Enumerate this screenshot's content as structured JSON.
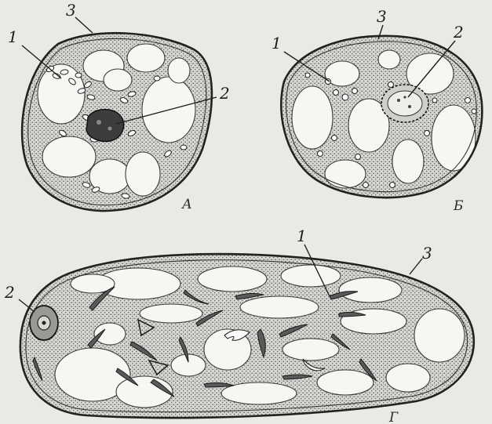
{
  "figure": {
    "panels": [
      {
        "id": "A",
        "letter": "А",
        "labels": {
          "plastids": "1",
          "nucleus": "2",
          "wall": "3"
        }
      },
      {
        "id": "B",
        "letter": "Б",
        "labels": {
          "plastids": "1",
          "nucleus": "2",
          "wall": "3"
        }
      },
      {
        "id": "G",
        "letter": "Г",
        "labels": {
          "plastids": "1",
          "nucleus": "2",
          "wall": "3"
        }
      }
    ]
  },
  "colors": {
    "background": "#e9e9e6",
    "ink": "#222222",
    "cytoplasm_dots": "#555555",
    "vacuole": "#f6f6f3"
  }
}
